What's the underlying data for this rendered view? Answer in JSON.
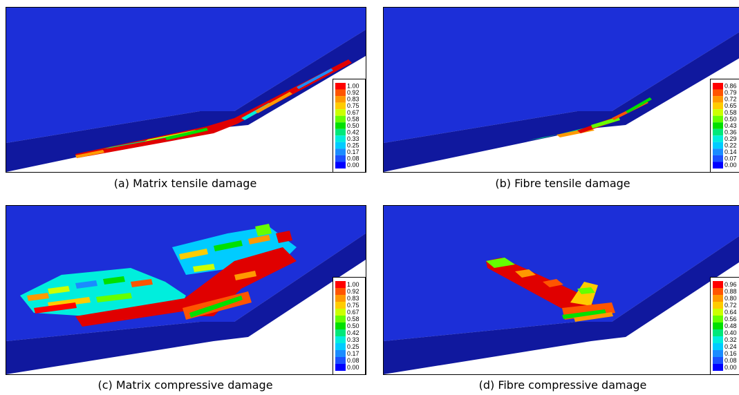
{
  "figure": {
    "panels": [
      {
        "id": "a",
        "caption": "(a) Matrix tensile damage",
        "legend_values": [
          "1.00",
          "0.92",
          "0.83",
          "0.75",
          "0.67",
          "0.58",
          "0.50",
          "0.42",
          "0.33",
          "0.25",
          "0.17",
          "0.08",
          "0.00"
        ]
      },
      {
        "id": "b",
        "caption": "(b) Fibre tensile damage",
        "legend_values": [
          "0.86",
          "0.79",
          "0.72",
          "0.65",
          "0.58",
          "0.50",
          "0.43",
          "0.36",
          "0.29",
          "0.22",
          "0.14",
          "0.07",
          "0.00"
        ]
      },
      {
        "id": "c",
        "caption": "(c) Matrix compressive damage",
        "legend_values": [
          "1.00",
          "0.92",
          "0.83",
          "0.75",
          "0.67",
          "0.58",
          "0.50",
          "0.42",
          "0.33",
          "0.25",
          "0.17",
          "0.08",
          "0.00"
        ]
      },
      {
        "id": "d",
        "caption": "(d) Fibre compressive damage",
        "legend_values": [
          "0.96",
          "0.88",
          "0.80",
          "0.72",
          "0.64",
          "0.56",
          "0.48",
          "0.40",
          "0.32",
          "0.24",
          "0.16",
          "0.08",
          "0.00"
        ]
      }
    ],
    "colormap": [
      "#ff0000",
      "#ff5500",
      "#ff9900",
      "#ffcc00",
      "#ccff00",
      "#66ff00",
      "#00e000",
      "#00e87a",
      "#00eedd",
      "#00ccff",
      "#1a8cff",
      "#1a50ff",
      "#0000ff"
    ],
    "colors": {
      "surface_light": "#1c2fd8",
      "surface_dark": "#10189e",
      "background": "#ffffff"
    }
  }
}
